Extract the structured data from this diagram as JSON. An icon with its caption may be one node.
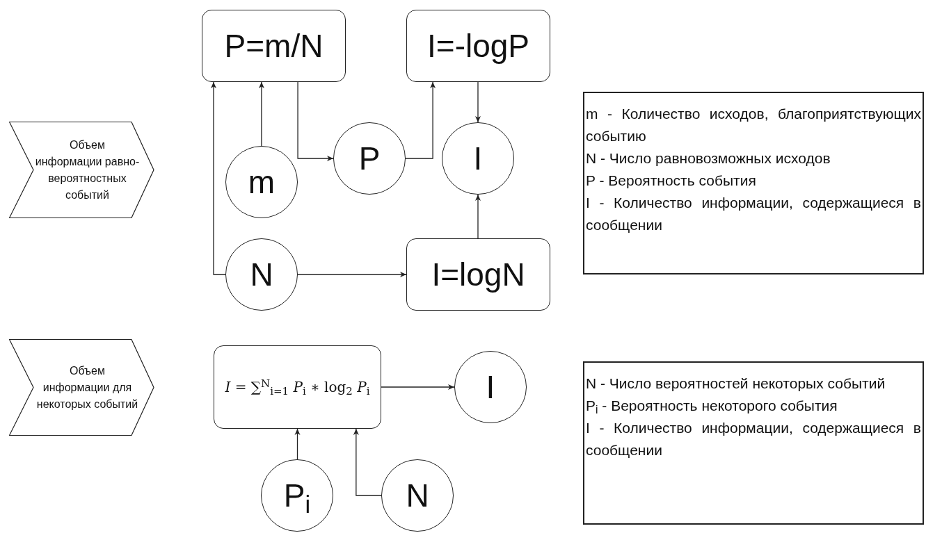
{
  "diagram": {
    "nodes": [
      {
        "text": [
          "Объем информации равно- вероятностных событий"
        ]
      },
      {
        "text": [
          "P=m/N"
        ]
      },
      {
        "text": [
          "I=-logP"
        ]
      },
      {
        "text": [
          "m"
        ]
      },
      {
        "text": [
          "P"
        ]
      },
      {
        "text": [
          "I"
        ]
      },
      {
        "text": [
          "N"
        ]
      },
      {
        "text": [
          "I=logN"
        ]
      },
      {
        "text": [
          "m - Количество исходов, благоприятствующих событию",
          "N - Число равновозможных исходов",
          "P - Вероятность события",
          "I - Количество информации, содержащиеся в сообщении"
        ]
      },
      {
        "text": [
          "Объем информации для некоторых событий"
        ]
      },
      {
        "text": [
          "*I* = ∑$^{N}$$_{i=1}$ *P*$_{i}$ ∗ log$_{2}$ *P*$_{i}$"
        ]
      },
      {
        "text": [
          "I"
        ]
      },
      {
        "text": [
          "P$_{i}$"
        ]
      },
      {
        "text": [
          "N"
        ]
      },
      {
        "text": [
          "N - Число вероятностей некоторых событий",
          "P$_{i}$ - Вероятность некоторого события",
          "I - Количество информации, содержащиеся в сообщении"
        ]
      }
    ],
    "edges": [
      {
        "from": 3,
        "to": 1,
        "arrow": "to"
      },
      {
        "from": 6,
        "to": 1,
        "arrow": "to"
      },
      {
        "from": 1,
        "to": 4,
        "arrow": "to"
      },
      {
        "from": 4,
        "to": 2,
        "arrow": "to"
      },
      {
        "from": 2,
        "to": 5,
        "arrow": "to"
      },
      {
        "from": 7,
        "to": 5,
        "arrow": "to"
      },
      {
        "from": 6,
        "to": 7,
        "arrow": "to"
      },
      {
        "from": 10,
        "to": 11,
        "arrow": "to"
      },
      {
        "from": 12,
        "to": 10,
        "arrow": "to"
      },
      {
        "from": 13,
        "to": 10,
        "arrow": "to"
      }
    ]
  }
}
